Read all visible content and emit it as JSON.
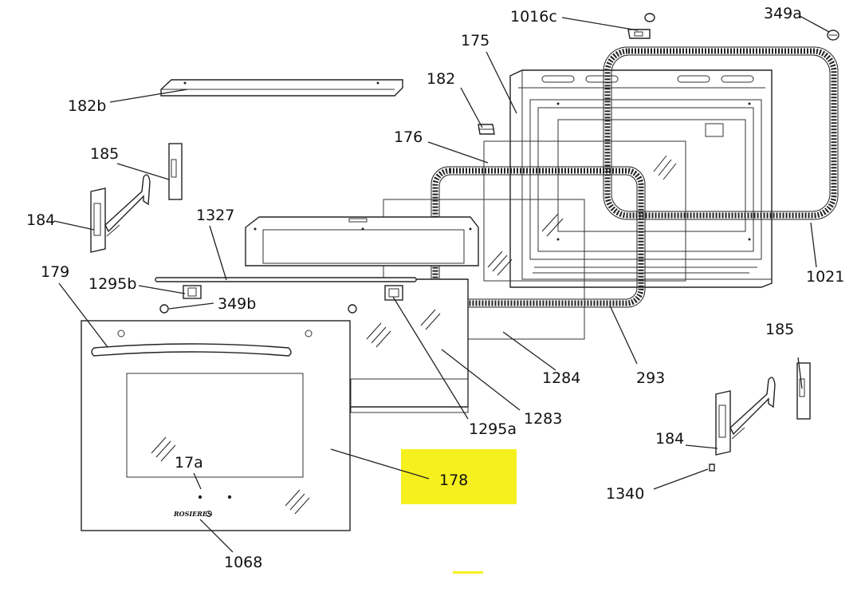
{
  "diagram": {
    "highlight_color": "#f5f01e",
    "highlighted_part": "178",
    "brand_logo_text": "ROSIERES",
    "labels": {
      "p1016c": "1016c",
      "p349a": "349a",
      "p175": "175",
      "p182": "182",
      "p182b": "182b",
      "p176": "176",
      "p185_left": "185",
      "p184_left": "184",
      "p1327": "1327",
      "p179": "179",
      "p1295b": "1295b",
      "p349b": "349b",
      "p1021": "1021",
      "p1284": "1284",
      "p293": "293",
      "p185_right": "185",
      "p1283": "1283",
      "p1295a": "1295a",
      "p184_right": "184",
      "p178": "178",
      "p17a": "17a",
      "p1340": "1340",
      "p1068": "1068"
    }
  }
}
